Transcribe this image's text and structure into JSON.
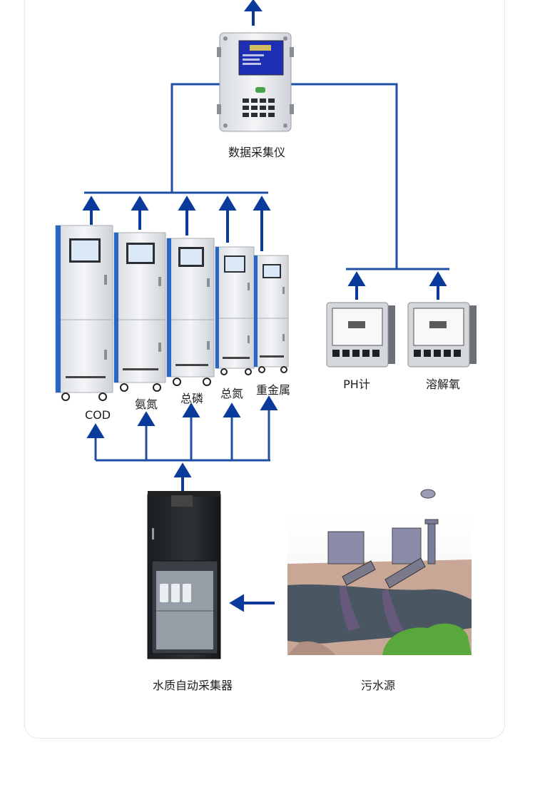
{
  "nodes": {
    "data_collector": "数据采集仪",
    "cod": "COD",
    "ammonia": "氨氮",
    "total_phosphorus": "总磷",
    "total_nitrogen": "总氮",
    "heavy_metal": "重金属",
    "ph_meter": "PH计",
    "dissolved_oxygen": "溶解氧",
    "water_sampler": "水质自动采集器",
    "sewage_source": "污水源"
  },
  "colors": {
    "line": "#1f4fa5",
    "arrow": "#0a3b9c",
    "cabinet": "#e9ecef",
    "stripe": "#2a66c4",
    "screen": "#2b3bbd"
  }
}
